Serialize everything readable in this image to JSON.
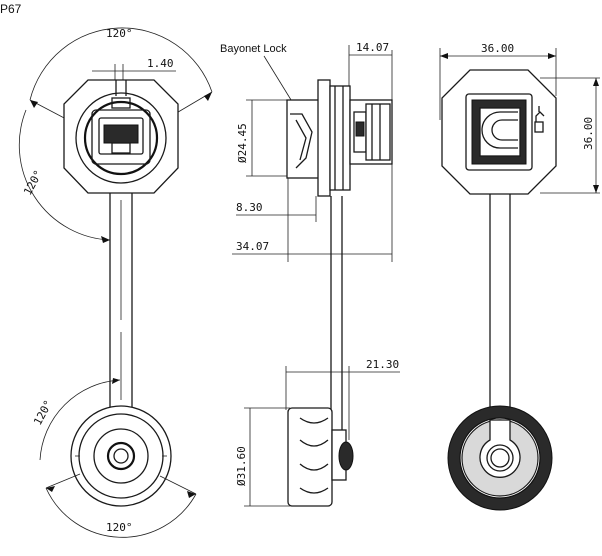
{
  "header_fragment": "P67",
  "callout": "Bayonet Lock",
  "dimensions": {
    "front_angle_top": "120°",
    "front_width": "1.40",
    "front_angle_left": "120°",
    "cap_angle_left": "120°",
    "cap_angle_bottom": "120°",
    "side_flange": "14.07",
    "side_diameter": "Ø24.45",
    "side_offset": "8.30",
    "side_length": "34.07",
    "cap_depth": "21.30",
    "cap_diameter": "Ø31.60",
    "back_width": "36.00",
    "back_height": "36.00"
  }
}
